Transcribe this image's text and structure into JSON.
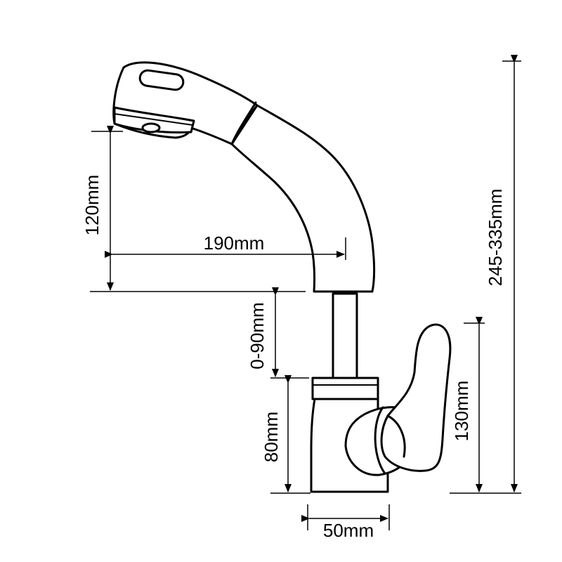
{
  "diagram": {
    "dimensions": {
      "spout_height": "120mm",
      "spout_reach": "190mm",
      "pullout_range": "0-90mm",
      "base_height": "80mm",
      "handle_height": "130mm",
      "total_height": "245-335mm",
      "base_width": "50mm"
    },
    "colors": {
      "line": "#000000",
      "background": "#ffffff"
    }
  }
}
